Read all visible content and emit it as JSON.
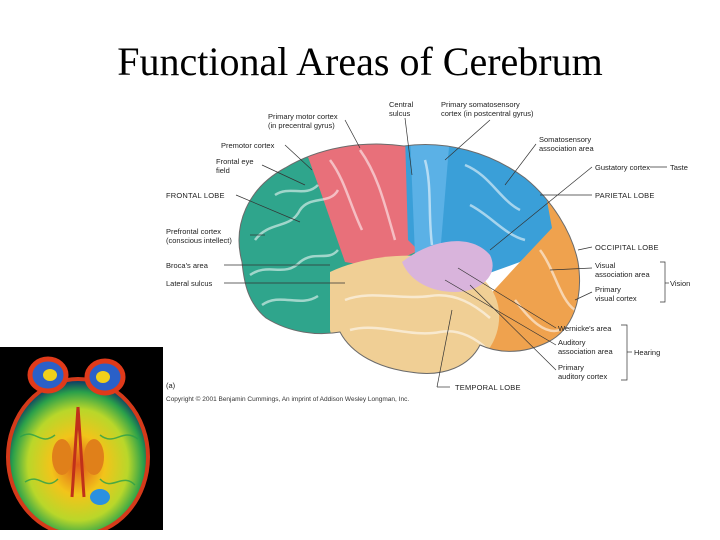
{
  "title": "Functional Areas of Cerebrum",
  "labels": {
    "central_sulcus": [
      "Central",
      "sulcus"
    ],
    "primary_motor": [
      "Primary motor cortex",
      "(in precentral gyrus)"
    ],
    "primary_somatosensory": [
      "Primary somatosensory",
      "cortex (in postcentral gyrus)"
    ],
    "premotor": "Premotor cortex",
    "somatosensory_assoc": [
      "Somatosensory",
      "association area"
    ],
    "frontal_eye": [
      "Frontal eye",
      "field"
    ],
    "gustatory": "Gustatory cortex",
    "taste": "Taste",
    "frontal_lobe": "FRONTAL LOBE",
    "parietal_lobe": "PARIETAL LOBE",
    "prefrontal": [
      "Prefrontal cortex",
      "(conscious intellect)"
    ],
    "occipital_lobe": "OCCIPITAL LOBE",
    "brocas": "Broca's area",
    "visual_assoc": [
      "Visual",
      "association area"
    ],
    "vision": "Vision",
    "lateral_sulcus": "Lateral sulcus",
    "primary_visual": [
      "Primary",
      "visual cortex"
    ],
    "wernickes": "Wernicke's area",
    "auditory_assoc": [
      "Auditory",
      "association area"
    ],
    "hearing": "Hearing",
    "primary_auditory": [
      "Primary",
      "auditory cortex"
    ],
    "temporal_lobe": "TEMPORAL LOBE"
  },
  "panel_label": "(a)",
  "copyright": "Copyright © 2001 Benjamin Cummings, An imprint of Addison Wesley Longman, Inc.",
  "colors": {
    "frontal": "#2fa58c",
    "motor": "#e8707a",
    "parietal": "#3a9fd8",
    "occipital": "#efa24e",
    "temporal": "#f0cf95",
    "wernicke": "#d9b4dc"
  }
}
